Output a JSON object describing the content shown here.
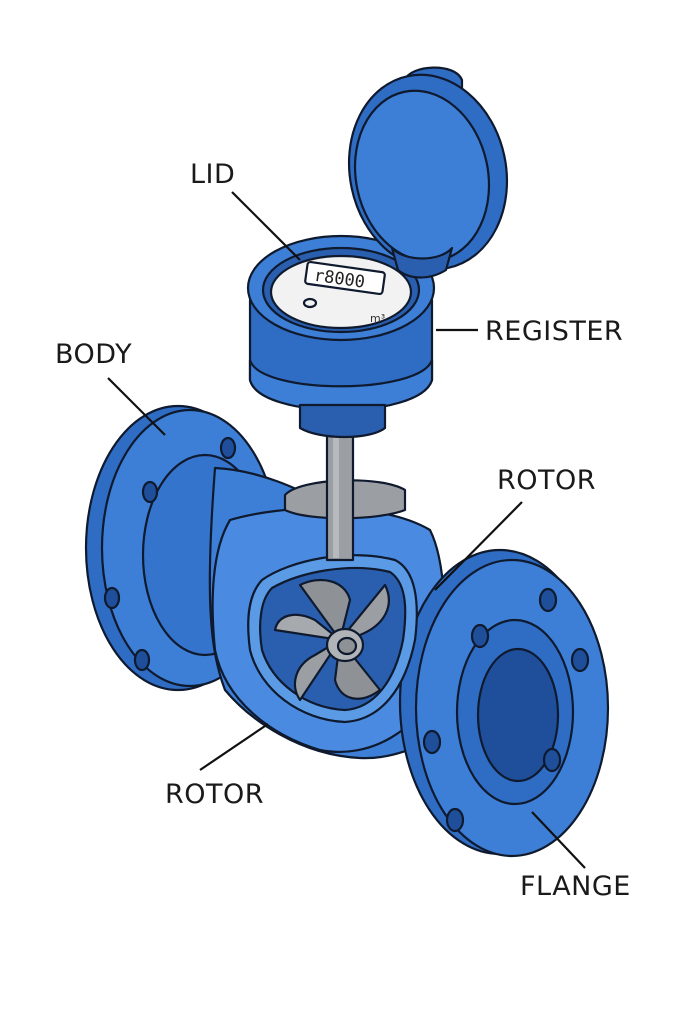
{
  "labels": {
    "lid": "LID",
    "body": "BODY",
    "register": "REGISTER",
    "rotor_top": "ROTOR",
    "rotor_bottom": "ROTOR",
    "flange": "FLANGE"
  },
  "register_display": {
    "reading": "r8000",
    "unit": "m³"
  },
  "colors": {
    "blue_main": "#3d7fd6",
    "blue_dark": "#2a5fb0",
    "blue_light": "#5b9be6",
    "blue_deep": "#1f4f9a",
    "metal": "#9b9fa3",
    "metal_dark": "#7a7e82",
    "dial_face": "#f2f2f2"
  }
}
